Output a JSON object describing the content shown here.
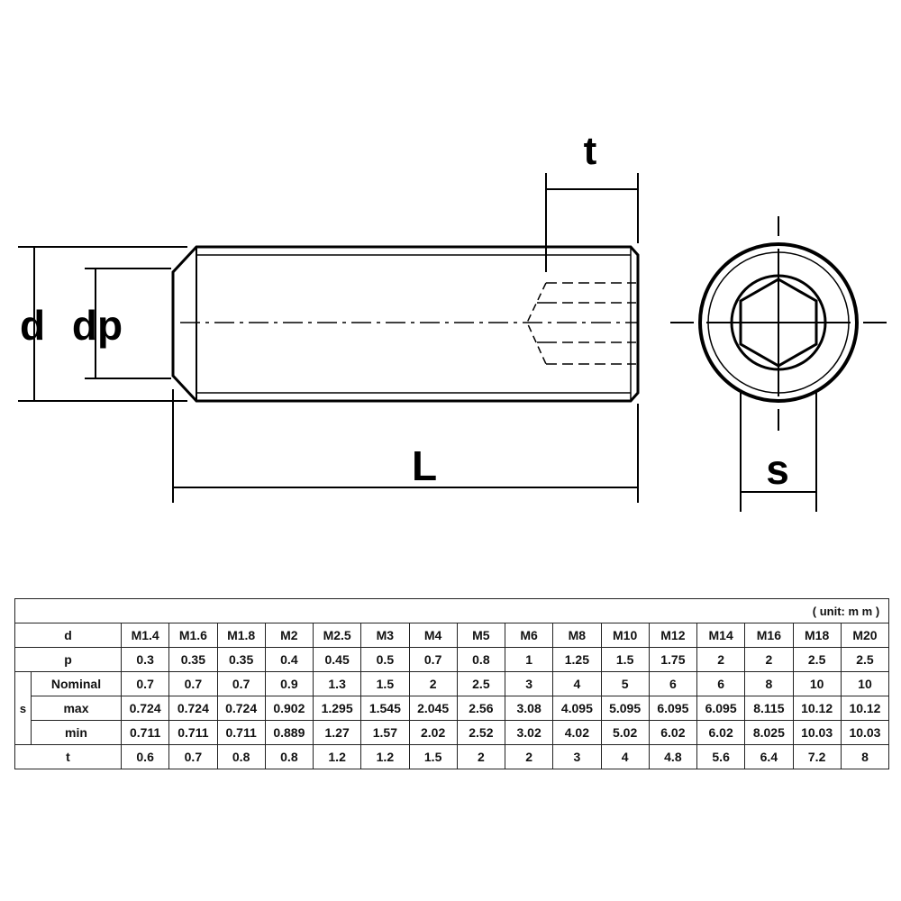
{
  "drawing": {
    "labels": {
      "t": "t",
      "d": "d",
      "dp": "dp",
      "L": "L",
      "s": "s"
    }
  },
  "table": {
    "unit_note": "( unit: m m )",
    "columns": [
      "M1.4",
      "M1.6",
      "M1.8",
      "M2",
      "M2.5",
      "M3",
      "M4",
      "M5",
      "M6",
      "M8",
      "M10",
      "M12",
      "M14",
      "M16",
      "M18",
      "M20"
    ],
    "row_labels": {
      "d": "d",
      "p": "p",
      "s": "s",
      "nominal": "Nominal",
      "max": "max",
      "min": "min",
      "t": "t"
    },
    "p": [
      "0.3",
      "0.35",
      "0.35",
      "0.4",
      "0.45",
      "0.5",
      "0.7",
      "0.8",
      "1",
      "1.25",
      "1.5",
      "1.75",
      "2",
      "2",
      "2.5",
      "2.5"
    ],
    "s_nominal": [
      "0.7",
      "0.7",
      "0.7",
      "0.9",
      "1.3",
      "1.5",
      "2",
      "2.5",
      "3",
      "4",
      "5",
      "6",
      "6",
      "8",
      "10",
      "10"
    ],
    "s_max": [
      "0.724",
      "0.724",
      "0.724",
      "0.902",
      "1.295",
      "1.545",
      "2.045",
      "2.56",
      "3.08",
      "4.095",
      "5.095",
      "6.095",
      "6.095",
      "8.115",
      "10.12",
      "10.12"
    ],
    "s_min": [
      "0.711",
      "0.711",
      "0.711",
      "0.889",
      "1.27",
      "1.57",
      "2.02",
      "2.52",
      "3.02",
      "4.02",
      "5.02",
      "6.02",
      "6.02",
      "8.025",
      "10.03",
      "10.03"
    ],
    "t": [
      "0.6",
      "0.7",
      "0.8",
      "0.8",
      "1.2",
      "1.2",
      "1.5",
      "2",
      "2",
      "3",
      "4",
      "4.8",
      "5.6",
      "6.4",
      "7.2",
      "8"
    ]
  }
}
